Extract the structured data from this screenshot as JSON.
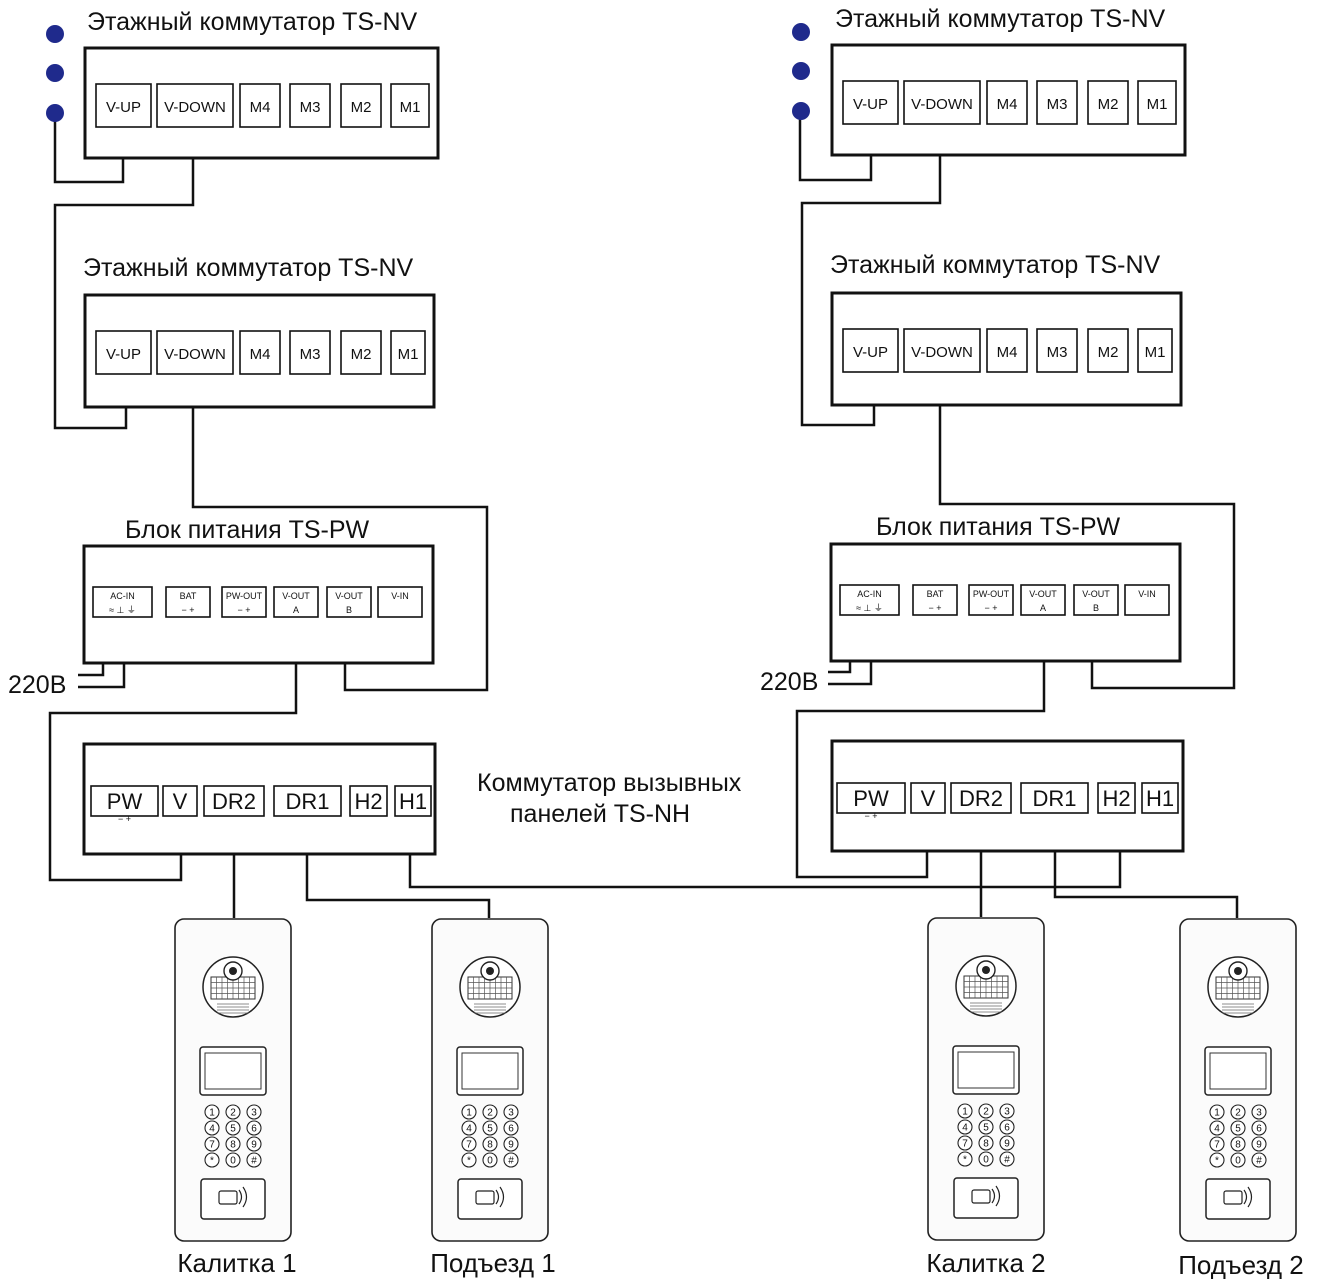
{
  "floor_switch": {
    "title": "Этажный коммутатор TS-NV",
    "ports": [
      "V-UP",
      "V-DOWN",
      "M4",
      "M3",
      "M2",
      "M1"
    ]
  },
  "power_unit": {
    "title": "Блок питания TS-PW",
    "ports": [
      {
        "name": "AC-IN",
        "sub": "≈ ⊥ ⏚"
      },
      {
        "name": "BAT",
        "sub": "− +"
      },
      {
        "name": "PW-OUT",
        "sub": "− +"
      },
      {
        "name": "V-OUT",
        "sub": "A"
      },
      {
        "name": "V-OUT",
        "sub": "B"
      },
      {
        "name": "V-IN",
        "sub": ""
      }
    ],
    "mains_label": "220В"
  },
  "panel_switch": {
    "title_line1": "Коммутатор вызывных",
    "title_line2": "панелей TS-NH",
    "ports": [
      "PW",
      "V",
      "DR2",
      "DR1",
      "H2",
      "H1"
    ],
    "pw_sub": "− +"
  },
  "call_panel": {
    "keys": [
      "1",
      "2",
      "3",
      "4",
      "5",
      "6",
      "7",
      "8",
      "9",
      "*",
      "0",
      "#"
    ]
  },
  "captions": {
    "gate1": "Калитка 1",
    "entrance1": "Подъезд 1",
    "gate2": "Калитка 2",
    "entrance2": "Подъезд 2"
  },
  "colors": {
    "dot": "#1f2a8c",
    "line": "#111111"
  }
}
